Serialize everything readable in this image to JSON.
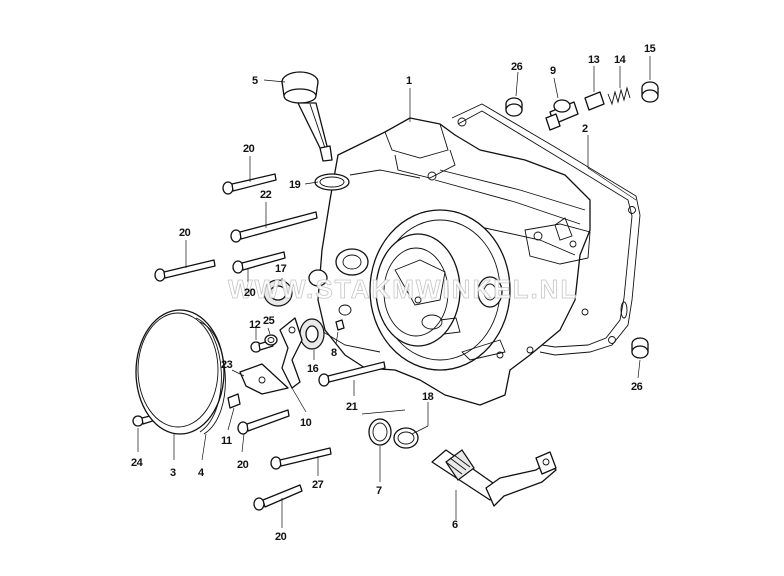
{
  "watermark": "WWW.STAKMWINKEL.NL",
  "callouts": {
    "c1": "1",
    "c2": "2",
    "c3": "3",
    "c4": "4",
    "c5": "5",
    "c6": "6",
    "c7": "7",
    "c8": "8",
    "c9": "9",
    "c10": "10",
    "c11": "11",
    "c12": "12",
    "c13": "13",
    "c14": "14",
    "c15": "15",
    "c16": "16",
    "c17": "17",
    "c18": "18",
    "c19": "19",
    "c20a": "20",
    "c20b": "20",
    "c20c": "20",
    "c20d": "20",
    "c20e": "20",
    "c21": "21",
    "c22": "22",
    "c23": "23",
    "c24": "24",
    "c25": "25",
    "c26a": "26",
    "c26b": "26",
    "c27": "27"
  }
}
